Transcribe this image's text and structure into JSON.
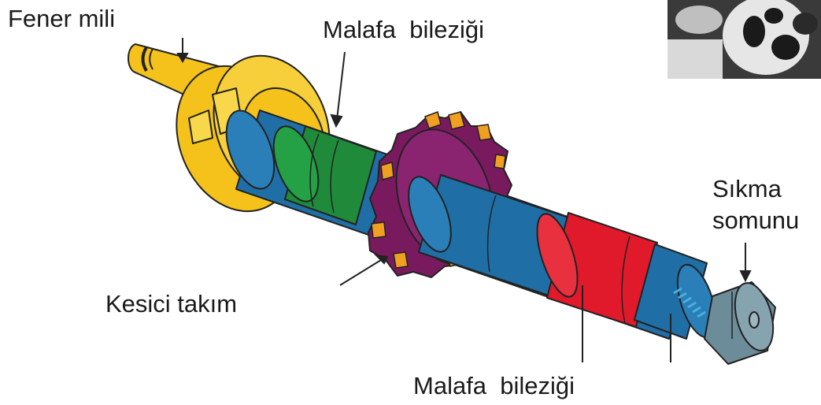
{
  "labels": {
    "spindle": "Fener mili",
    "collar_top": "Malafa  bileziği",
    "nut_line1": "Sıkma",
    "nut_line2": "somunu",
    "cutter": "Kesici takım",
    "collar_bottom": "Malafa  bileziği"
  },
  "colors": {
    "spindle": "#f4c21a",
    "arbor": "#1f6fa6",
    "collar_green": "#1f8a3a",
    "collar_red": "#e0192b",
    "cutter": "#7a1a5e",
    "inserts": "#f0a020",
    "nut": "#6d8c9a"
  }
}
